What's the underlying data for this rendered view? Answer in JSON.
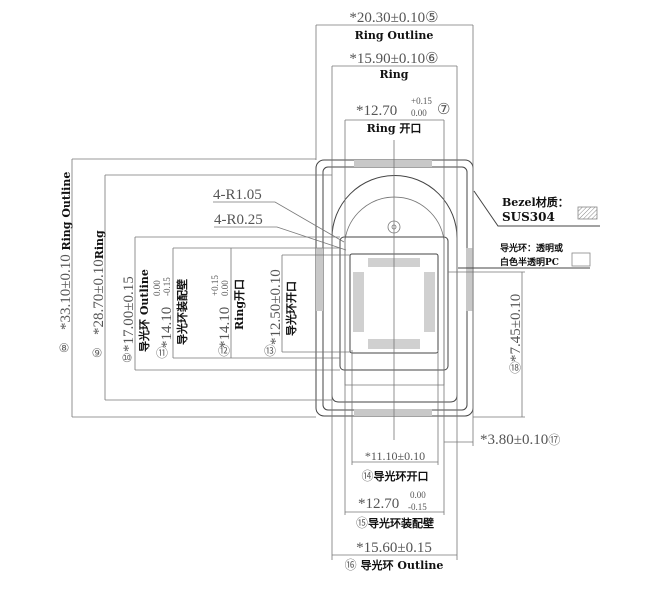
{
  "top_dims": [
    {
      "value": "*20.30±0.10",
      "num": "⑤",
      "label": "Ring Outline"
    },
    {
      "value": "*15.90±0.10",
      "num": "⑥",
      "label": "Ring"
    },
    {
      "value": "*12.70",
      "tol_upper": "+0.15",
      "tol_lower": "0.00",
      "num": "⑦",
      "label": "Ring 开口"
    }
  ],
  "left_dims": [
    {
      "value": "*33.10±0.10",
      "num": "⑧",
      "label": "Ring Outline"
    },
    {
      "value": "*28.70±0.10",
      "num": "⑨",
      "label": "Ring"
    },
    {
      "value": "*17.00±0.15",
      "num": "⑩",
      "label": "导光环 Outline"
    },
    {
      "value": "*14.10",
      "tol_upper": "0.00",
      "tol_lower": "-0.15",
      "num": "⑪",
      "label": "导光环装配壁"
    },
    {
      "value": "*14.10",
      "tol_upper": "+0.15",
      "tol_lower": "0.00",
      "num": "⑫",
      "label": "Ring开口"
    },
    {
      "value": "*12.50±0.10",
      "num": "⑬",
      "label": "导光环开口"
    }
  ],
  "radii": [
    "4-R1.05",
    "4-R0.25"
  ],
  "right_dims": [
    {
      "value": "*7.45±0.10",
      "num": "⑱"
    },
    {
      "value": "*3.80±0.10",
      "num": "⑰"
    }
  ],
  "bottom_dims": [
    {
      "value": "*11.10±0.10",
      "num": "⑭",
      "label": "导光环开口"
    },
    {
      "value": "*12.70",
      "tol_upper": "0.00",
      "tol_lower": "-0.15",
      "num": "⑮",
      "label": "导光环装配壁"
    },
    {
      "value": "*15.60±0.15",
      "num": "⑯",
      "label": "导光环 Outline"
    }
  ],
  "notes": {
    "bezel_line1": "Bezel材质：",
    "bezel_line2": "SUS304",
    "ring_line1": "导光环：透明或",
    "ring_line2": "白色半透明PC"
  }
}
